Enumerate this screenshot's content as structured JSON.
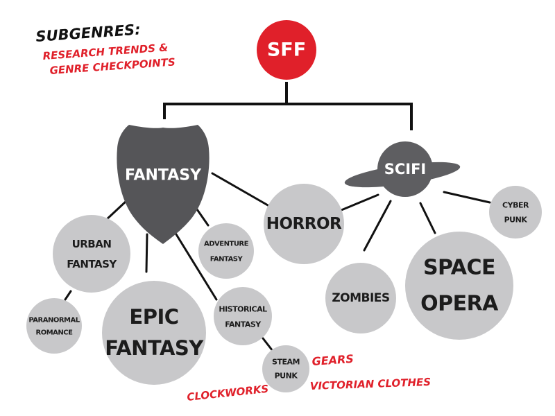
{
  "header": {
    "title": "SUBGENRES:",
    "subtitle_line1": "RESEARCH TRENDS &",
    "subtitle_line2": "GENRE CHECKPOINTS"
  },
  "root": {
    "label": "SFF"
  },
  "fantasy": {
    "label": "FANTASY"
  },
  "scifi": {
    "label": "SCIFI"
  },
  "nodes": {
    "urban_fantasy": [
      "URBAN",
      "FANTASY"
    ],
    "paranormal_romance": [
      "PARANORMAL",
      "ROMANCE"
    ],
    "epic_fantasy": [
      "EPIC",
      "FANTASY"
    ],
    "adventure_fantasy": [
      "ADVENTURE",
      "FANTASY"
    ],
    "historical_fantasy": [
      "HISTORICAL",
      "FANTASY"
    ],
    "steam_punk": [
      "STEAM",
      "PUNK"
    ],
    "horror": [
      "HORROR"
    ],
    "zombies": [
      "ZOMBIES"
    ],
    "space_opera": [
      "SPACE",
      "OPERA"
    ],
    "cyber_punk": [
      "CYBER",
      "PUNK"
    ]
  },
  "annotations": {
    "gears": "GEARS",
    "clockworks": "CLOCKWORKS",
    "victorian_clothes": "VICTORIAN CLOTHES"
  },
  "colors": {
    "root_fill": "#e0202a",
    "bubble_fill": "#c8c8ca",
    "shield_fill": "#555558",
    "planet_fill": "#5e5e61",
    "accent_red": "#e0202a",
    "line": "#111111"
  }
}
